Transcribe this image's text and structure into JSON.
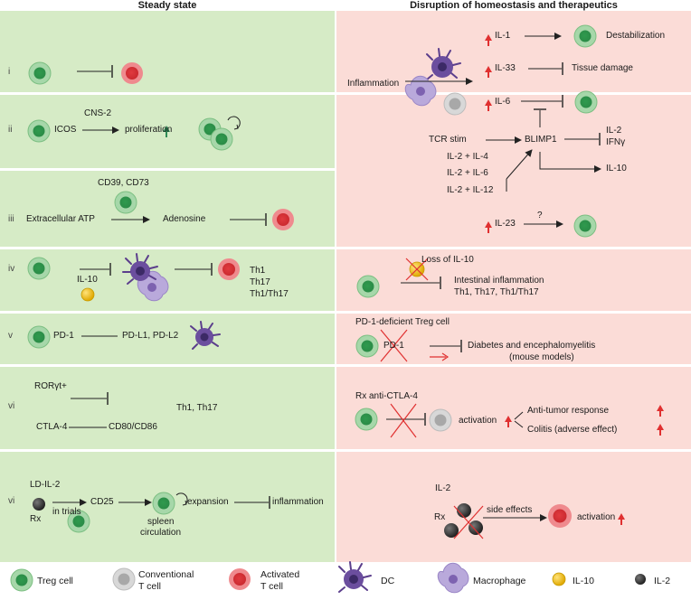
{
  "headers": {
    "left": "Steady state",
    "right": "Disruption of homeostasis and therapeutics"
  },
  "rows": {
    "i": {
      "num": "i"
    },
    "ii": {
      "num": "ii",
      "icos": "ICOS",
      "cns2": "CNS-2",
      "proliferation": "proliferation"
    },
    "iii": {
      "num": "iii",
      "cd39": "CD39, CD73",
      "atp": "Extracellular ATP",
      "adenosine": "Adenosine"
    },
    "iv": {
      "num": "iv",
      "il10": "IL-10",
      "th1": "Th1",
      "th17": "Th17",
      "th1th17": "Th1/Th17"
    },
    "v": {
      "num": "v",
      "pd1": "PD-1",
      "pdl": "PD-L1, PD-L2"
    },
    "vi": {
      "num": "vi",
      "rorgt": "RORγt+",
      "ctla4": "CTLA-4",
      "cd80": "CD80/CD86",
      "th": "Th1, Th17"
    },
    "vii": {
      "num": "vi",
      "ldil2": "LD-IL-2",
      "rx": "Rx",
      "trials": "in trials",
      "cd25": "CD25",
      "expansion": "expansion",
      "inflammation": "inflammation",
      "spleen": "spleen",
      "circulation": "circulation"
    }
  },
  "right": {
    "il1": "IL-1",
    "destab": "Destabilization",
    "il33": "IL-33",
    "tissue": "Tissue damage",
    "inflammation": "Inflammation",
    "il6": "IL-6",
    "tcr": "TCR stim",
    "blimp1": "BLIMP1",
    "il2": "IL-2",
    "ifng": "IFNγ",
    "il2il4": "IL-2 + IL-4",
    "il2il6": "IL-2 + IL-6",
    "il2il12": "IL-2 + IL-12",
    "il10": "IL-10",
    "il23": "IL-23",
    "q": "?",
    "loss": "Loss of IL-10",
    "intest": "Intestinal inflammation",
    "thsub": "Th1, Th17, Th1/Th17",
    "pd1def": "PD-1-deficient Treg cell",
    "pd1": "PD-1",
    "diabetes": "Diabetes and encephalomyelitis",
    "mouse": "(mouse models)",
    "rxctla": "Rx anti-CTLA-4",
    "activation": "activation",
    "antitumor": "Anti-tumor response",
    "colitis": "Colitis (adverse effect)",
    "il2b": "IL-2",
    "rx": "Rx",
    "side": "side effects",
    "activation2": "activation"
  },
  "legend": {
    "treg": "Treg cell",
    "conv1": "Conventional",
    "conv2": "T cell",
    "act1": "Activated",
    "act2": "T cell",
    "dc": "DC",
    "mac": "Macrophage",
    "il10": "IL-10",
    "il2": "IL-2"
  },
  "colors": {
    "treg": "#3aa45a",
    "conv": "#a8a8a8",
    "activated": "#e03a3f",
    "dc": "#5b3e8c",
    "macrophage": "#9a86c6",
    "il10": "#f0c419",
    "il2": "#333333",
    "up_arrow": "#e03030",
    "green_arrow": "#2e8b57"
  }
}
